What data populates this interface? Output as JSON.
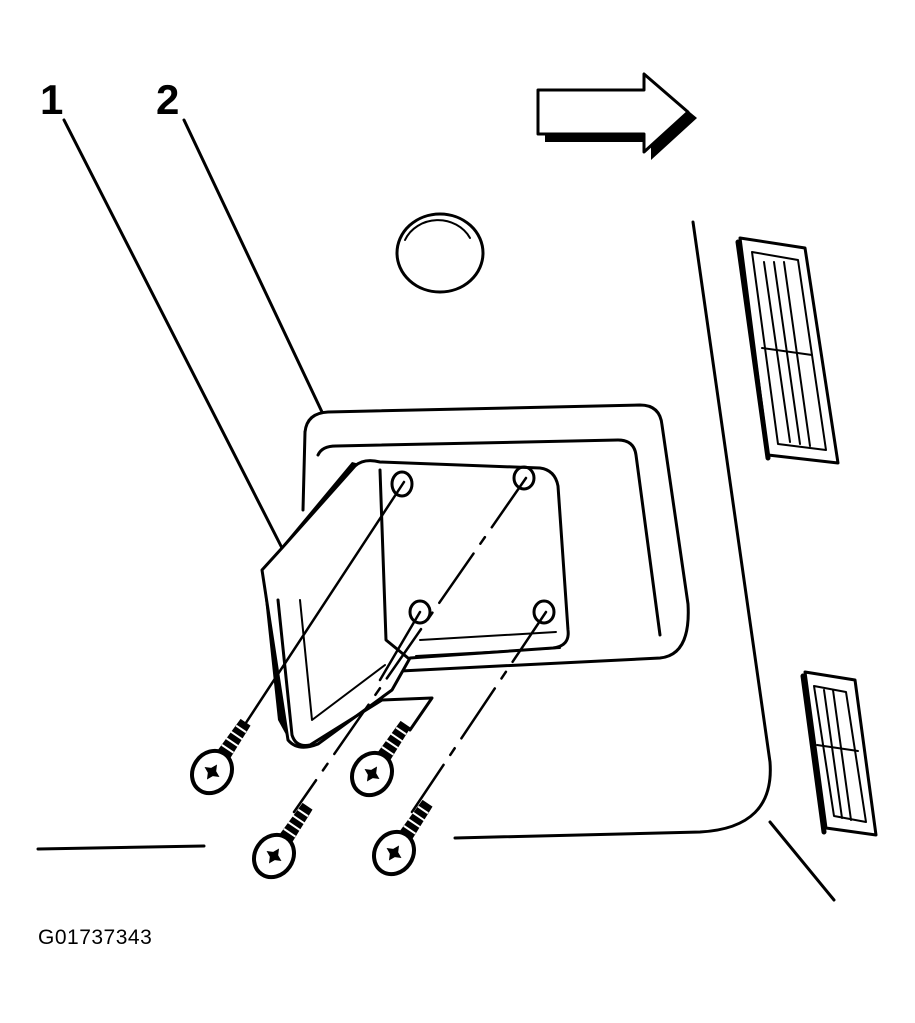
{
  "diagram": {
    "callouts": [
      {
        "id": "callout-1",
        "label": "1"
      },
      {
        "id": "callout-2",
        "label": "2"
      }
    ],
    "figure_id": "G01737343",
    "direction_arrow_icon": "right-arrow-icon",
    "fastener_icon": "torx-screw-icon",
    "colors": {
      "line": "#000000",
      "background": "#ffffff"
    }
  }
}
